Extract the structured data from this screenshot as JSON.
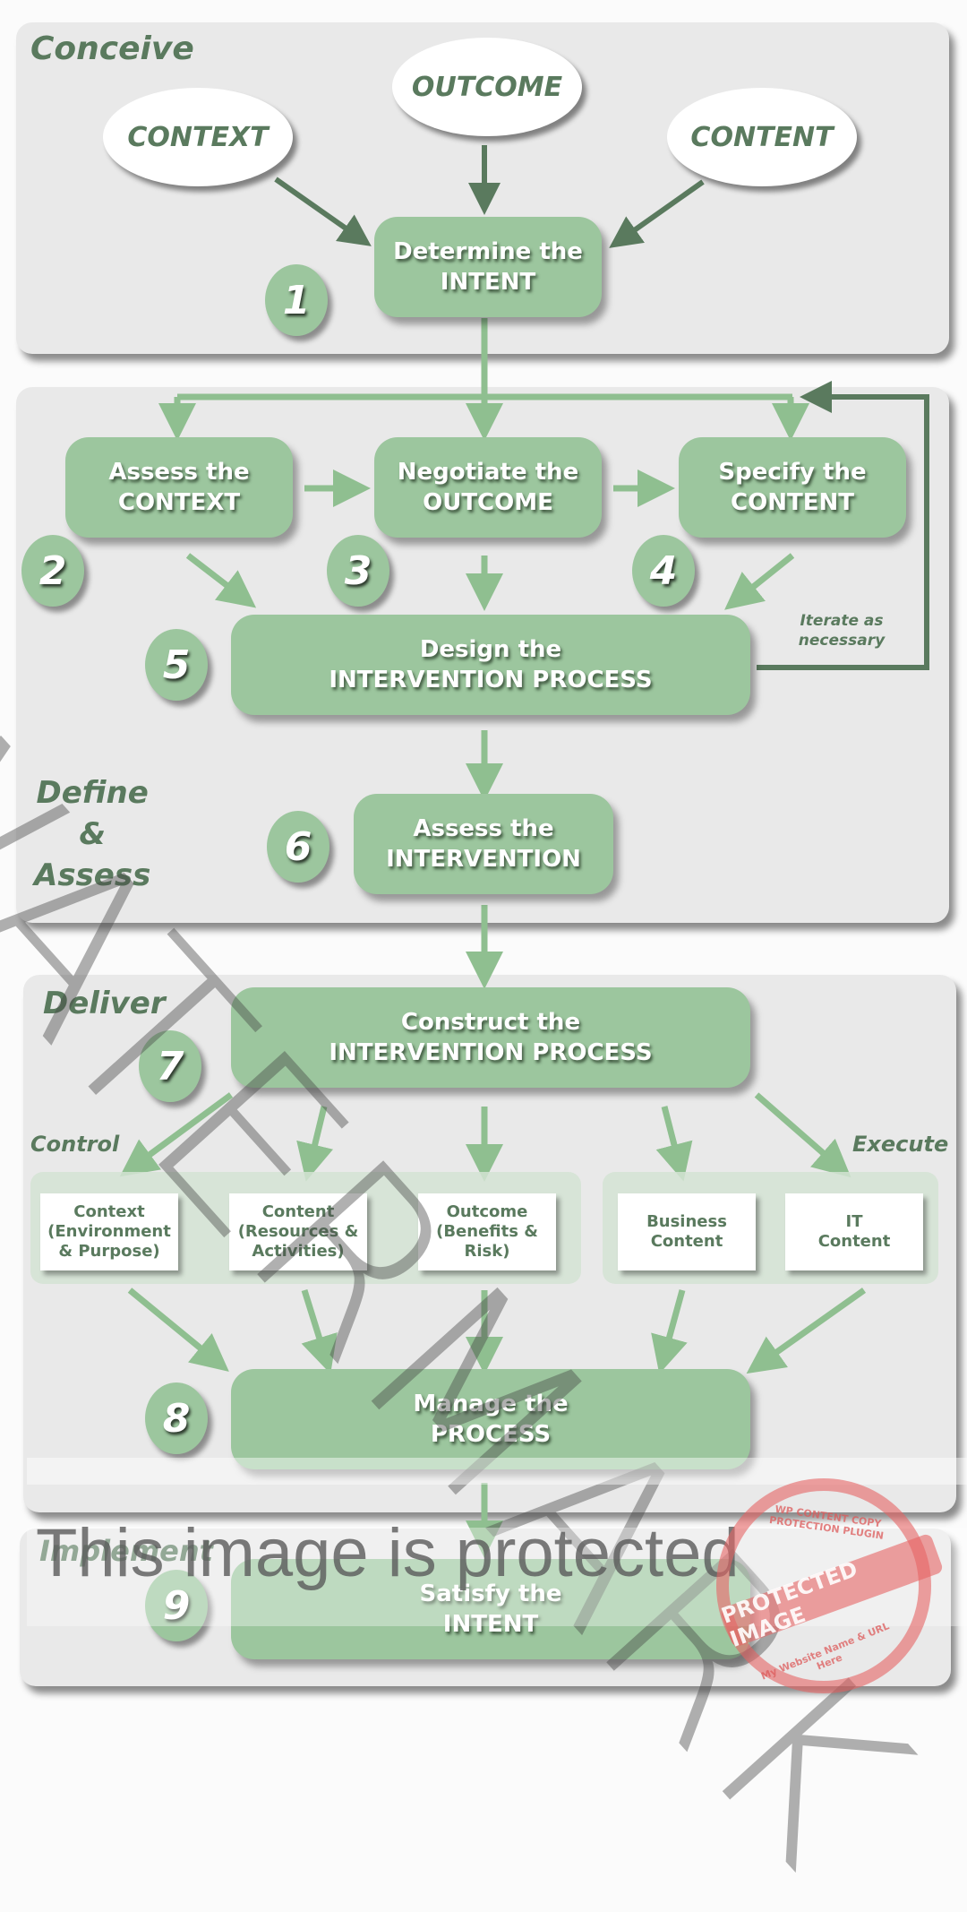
{
  "stages": {
    "conceive": "Conceive",
    "define_assess": [
      "Define",
      "&",
      "Assess"
    ],
    "deliver": "Deliver",
    "implement": "Implement"
  },
  "inputs": {
    "context": "CONTEXT",
    "outcome": "OUTCOME",
    "content": "CONTENT"
  },
  "steps": [
    {
      "number": "1",
      "line1": "Determine the",
      "line2": "INTENT"
    },
    {
      "number": "2",
      "line1": "Assess the",
      "line2": "CONTEXT"
    },
    {
      "number": "3",
      "line1": "Negotiate the",
      "line2": "OUTCOME"
    },
    {
      "number": "4",
      "line1": "Specify the",
      "line2": "CONTENT"
    },
    {
      "number": "5",
      "line1": "Design the",
      "line2": "INTERVENTION PROCESS"
    },
    {
      "number": "6",
      "line1": "Assess the",
      "line2": "INTERVENTION"
    },
    {
      "number": "7",
      "line1": "Construct the",
      "line2": "INTERVENTION PROCESS"
    },
    {
      "number": "8",
      "line1": "Manage the",
      "line2": "PROCESS"
    },
    {
      "number": "9",
      "line1": "Satisfy the",
      "line2": "INTENT"
    }
  ],
  "iterate_note": [
    "Iterate as",
    "necessary"
  ],
  "deliver_groups": {
    "control_label": "Control",
    "execute_label": "Execute",
    "control_items": [
      [
        "Context",
        "(Environment",
        "& Purpose)"
      ],
      [
        "Content",
        "(Resources &",
        "Activities)"
      ],
      [
        "Outcome",
        "(Benefits &",
        "Risk)"
      ]
    ],
    "execute_items": [
      [
        "Business",
        "Content"
      ],
      [
        "IT",
        "Content"
      ]
    ]
  },
  "overlays": {
    "protected_text": "This image is protected",
    "watermark_text": "WATERMARK",
    "stamp_band": "PROTECTED IMAGE",
    "stamp_top": "WP CONTENT COPY PROTECTION PLUGIN",
    "stamp_bottom": "My Website Name & URL Here"
  },
  "colors": {
    "box_fill": "#9cc69e",
    "text_green": "#5a7a5e",
    "arrow_dark": "#5a7a5e",
    "arrow_light": "#8fbf90",
    "panel_bg": "#e9e9e9"
  }
}
